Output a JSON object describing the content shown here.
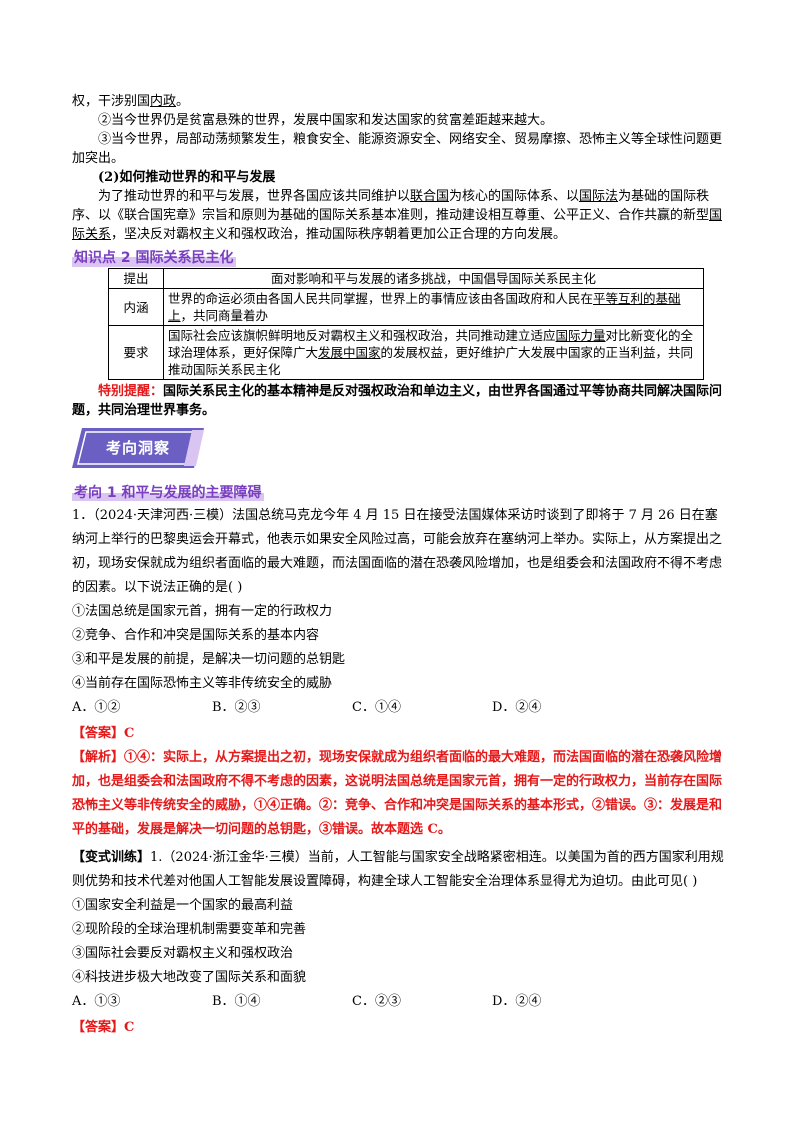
{
  "top": {
    "line1a": "权，干涉别国",
    "line1u": "内政",
    "line1b": "。",
    "line2": "②当今世界仍是贫富悬殊的世界，发展中国家和发达国家的贫富差距越来越大。",
    "line3": "③当今世界，局部动荡频繁发生，粮食安全、能源资源安全、网络安全、贸易摩擦、恐怖主义等全球性问题更加突出。",
    "sub_heading": "(2)如何推动世界的和平与发展",
    "para_a": "为了推动世界的和平与发展，世界各国应该共同维护以",
    "para_u1": "联合国",
    "para_b": "为核心的国际体系、以",
    "para_u2": "国际法",
    "para_c": "为基础的国际秩序、以《联合国宪章》宗旨和原则为基础的国际关系基本准则，推动建设相互尊重、公平正义、合作共赢的新型",
    "para_u3": "国际关系",
    "para_d": "，坚决反对霸权主义和强权政治，推动国际秩序朝着更加公正合理的方向发展。"
  },
  "kp2": {
    "heading": "知识点 2  国际关系民主化",
    "rows": [
      {
        "label": "提出",
        "a": "面对影响和平与发展的诸多挑战，中国倡导国际关系民主化",
        "u": "",
        "b": ""
      },
      {
        "label": "内涵",
        "a": "世界的命运必须由各国人民共同掌握，世界上的事情应该由各国政府和人民在",
        "u": "平等互利的基础上",
        "b": "，共同商量着办"
      },
      {
        "label": "要求",
        "a": "国际社会应该旗帜鲜明地反对霸权主义和强权政治，共同推动建立适应",
        "u": "国际力量",
        "b": "对比新变化的全球治理体系，更好保障广大",
        "u2": "发展中国家",
        "c": "的发展权益，更好维护广大发展中国家的正当利益，共同推动国际关系民主化"
      }
    ],
    "tip_label": "特别提醒：",
    "tip_text": "国际关系民主化的基本精神是反对强权政治和单边主义，由世界各国通过平等协商共同解决国际问题，共同治理世界事务。"
  },
  "banner": "考向洞察",
  "dir1": {
    "heading": "考向 1  和平与发展的主要障碍",
    "q1": "1．（2024·天津河西·三模）法国总统马克龙今年 4 月 15 日在接受法国媒体采访时谈到了即将于 7 月 26 日在塞纳河上举行的巴黎奥运会开幕式，他表示如果安全风险过高，可能会放弃在塞纳河上举办。实际上，从方案提出之初，现场安保就成为组织者面临的最大难题，而法国面临的潜在恐袭风险增加，也是组委会和法国政府不得不考虑的因素。以下说法正确的是(        )",
    "s1": "①法国总统是国家元首，拥有一定的行政权力",
    "s2": "②竞争、合作和冲突是国际关系的基本内容",
    "s3": "③和平是发展的前提，是解决一切问题的总钥匙",
    "s4": "④当前存在国际恐怖主义等非传统安全的威胁",
    "opts": [
      "A．①②",
      "B．②③",
      "C．①④",
      "D．②④"
    ],
    "answer": "【答案】C",
    "analysis": "【解析】①④：实际上，从方案提出之初，现场安保就成为组织者面临的最大难题，而法国面临的潜在恐袭风险增加，也是组委会和法国政府不得不考虑的因素，这说明法国总统是国家元首，拥有一定的行政权力，当前存在国际恐怖主义等非传统安全的威胁，①④正确。②：竞争、合作和冲突是国际关系的基本形式，②错误。③：发展是和平的基础，发展是解决一切问题的总钥匙，③错误。故本题选 C。"
  },
  "variant": {
    "label": "【变式训练】",
    "q": "1.（2024·浙江金华·三模）当前，人工智能与国家安全战略紧密相连。以美国为首的西方国家利用规则优势和技术代差对他国人工智能发展设置障碍，构建全球人工智能安全治理体系显得尤为迫切。由此可见(        )",
    "s1": "①国家安全利益是一个国家的最高利益",
    "s2": "②现阶段的全球治理机制需要变革和完善",
    "s3": "③国际社会要反对霸权主义和强权政治",
    "s4": "④科技进步极大地改变了国际关系和面貌",
    "opts": [
      "A．①③",
      "B．①④",
      "C．②③",
      "D．②④"
    ],
    "answer": "【答案】C"
  }
}
